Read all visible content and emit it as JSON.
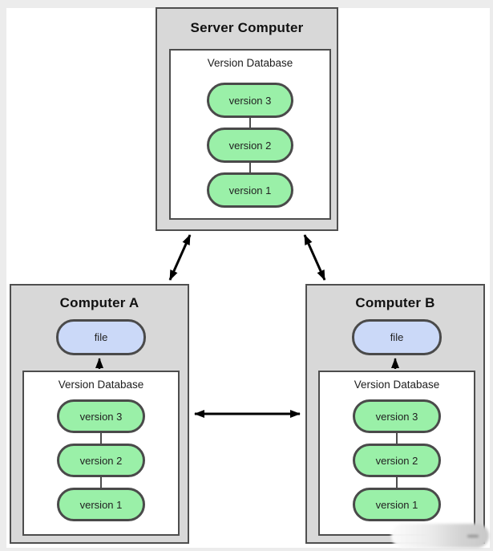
{
  "server": {
    "title": "Server Computer",
    "database": {
      "label": "Version Database",
      "versions": [
        "version 3",
        "version 2",
        "version 1"
      ]
    }
  },
  "computer_a": {
    "title": "Computer A",
    "file_label": "file",
    "database": {
      "label": "Version Database",
      "versions": [
        "version 3",
        "version 2",
        "version 1"
      ]
    }
  },
  "computer_b": {
    "title": "Computer B",
    "file_label": "file",
    "database": {
      "label": "Version Database",
      "versions": [
        "version 3",
        "version 2",
        "version 1"
      ]
    }
  },
  "icons": {
    "server_to_a": "double-headed-arrow",
    "server_to_b": "double-headed-arrow",
    "a_to_b": "double-headed-arrow",
    "db_to_file_a": "up-arrow",
    "db_to_file_b": "up-arrow"
  },
  "colors": {
    "machine_box_bg": "#d8d8d8",
    "machine_box_border": "#4f4f4f",
    "db_box_bg": "#ffffff",
    "db_box_border": "#4d4d4d",
    "version_pill_bg": "#9af0a8",
    "file_pill_bg": "#cbd9f8",
    "pill_border": "#4a4a4a",
    "arrow": "#000000",
    "page_bg": "#ffffff",
    "margin_bg": "#ececec"
  }
}
